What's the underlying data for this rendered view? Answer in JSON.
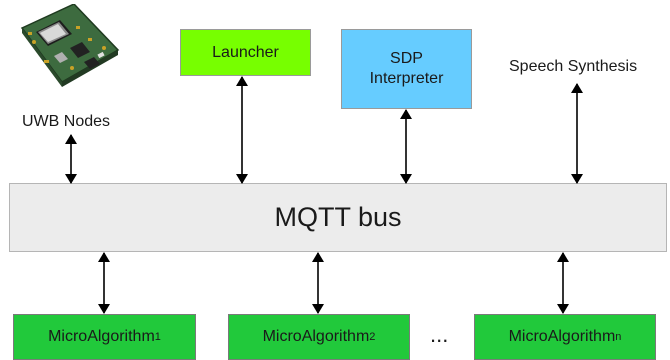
{
  "diagram": {
    "bus_label": "MQTT bus",
    "launcher_label": "Launcher",
    "sdp_label": "SDP\nInterpreter",
    "speech_label": "Speech Synthesis",
    "uwb_label": "UWB Nodes",
    "micro_prefix": "MicroAlgorithm",
    "micro_subscripts": [
      "1",
      "2",
      "n"
    ],
    "ellipsis": "...",
    "colors": {
      "launcher": "#77ff00",
      "sdp": "#66ccff",
      "micro": "#21c93b",
      "bus": "#ececec"
    },
    "device_icon": "circuit-board-icon"
  }
}
